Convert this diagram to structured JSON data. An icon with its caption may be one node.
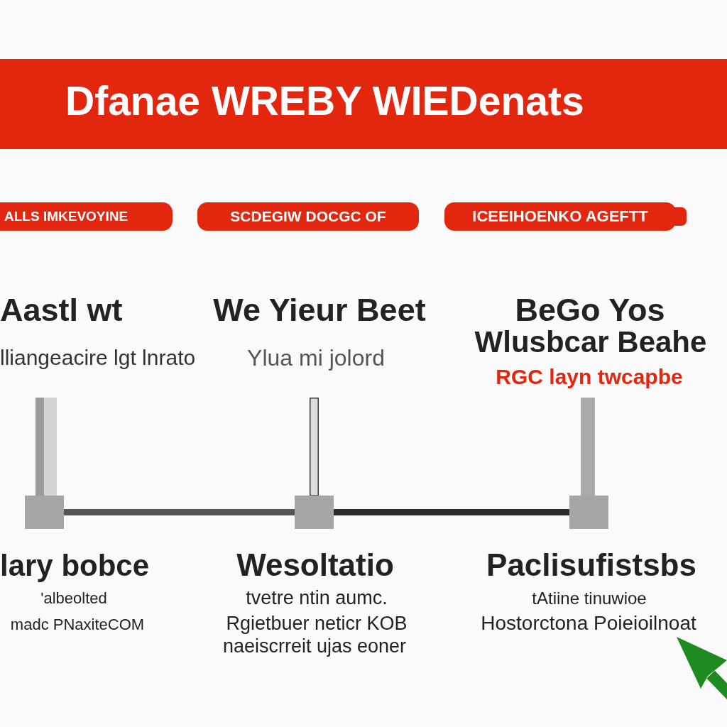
{
  "diagram": {
    "title": "Dfanae WREBY WIEDenats",
    "nodes": [
      {
        "text": [
          "ALLS IMKEVOYINE"
        ]
      },
      {
        "text": [
          "SCDEGIW DOCGC OF"
        ]
      },
      {
        "text": [
          "ICEEIHOENKO AGEFTT"
        ]
      },
      {
        "text": [],
        "shape": "post",
        "beside": [
          "Aastl wt",
          "lliangeacire lgt lnrato",
          "lary bobce",
          "'albeolted",
          "madc PNaxiteCOM"
        ]
      },
      {
        "text": [],
        "shape": "post",
        "beside": [
          "We Yieur Beet",
          "Ylua mi jolord",
          "Wesoltatio",
          "tvetre ntin aumc.",
          "Rgietbuer neticr KOB",
          "naeiscrreit ujas eoner"
        ]
      },
      {
        "text": [],
        "shape": "post",
        "beside": [
          "BeGo Yos",
          "Wlusbcar Beahe",
          "RGC layn twcapbe",
          "Paclisufistsbs",
          "tAtiine tinuwioe",
          "Hostorctona Poieioilnoat"
        ]
      }
    ],
    "edges": [
      {
        "from": 3,
        "to": 4,
        "arrow": "none"
      },
      {
        "from": 4,
        "to": 5,
        "arrow": "none",
        "color": "#2b2b2b"
      }
    ]
  }
}
